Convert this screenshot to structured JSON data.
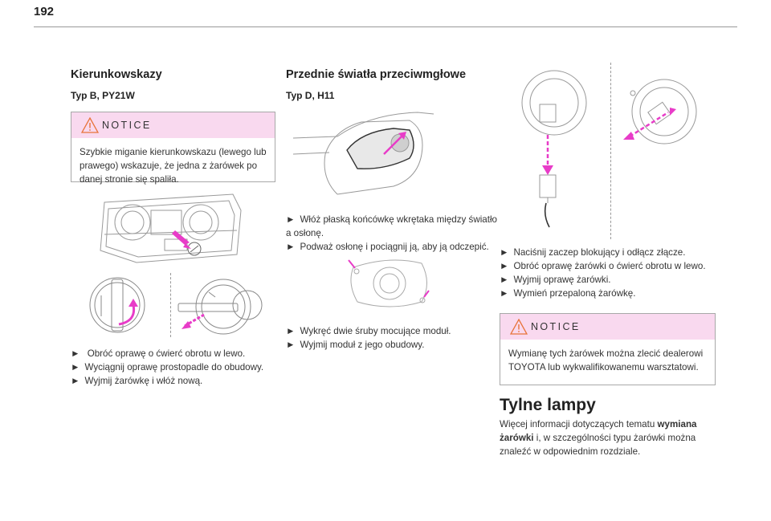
{
  "page": {
    "number": "192"
  },
  "left": {
    "heading": "Kierunkowskazy",
    "subheading": "Typ B, PY21W",
    "notice": {
      "label": "NOTICE",
      "text": "Szybkie miganie kierunkowskazu (lewego lub prawego) wskazuje, że jedna z żarówek po danej stronie się spaliła."
    },
    "steps": [
      " Obróć oprawę o ćwierć obrotu w lewo.",
      "Wyciągnij oprawę prostopadle do obudowy.",
      "Wyjmij żarówkę i włóż nową."
    ]
  },
  "middle": {
    "heading": "Przednie światła przeciwmgłowe",
    "subheading": "Typ D, H11",
    "steps1": [
      "Włóż płaską końcówkę wkrętaka między światło a osłonę.",
      "Podważ osłonę i pociągnij ją, aby ją odczepić."
    ],
    "steps2": [
      "Wykręć dwie śruby mocujące moduł.",
      "Wyjmij moduł z jego obudowy."
    ]
  },
  "right": {
    "steps": [
      "Naciśnij zaczep blokujący i odłącz złącze.",
      "Obróć oprawę żarówki o ćwierć obrotu w lewo.",
      "Wyjmij oprawę żarówki.",
      "Wymień przepaloną żarówkę."
    ],
    "notice": {
      "label": "NOTICE",
      "text": "Wymianę tych żarówek można zlecić dealerowi TOYOTA lub wykwalifikowanemu warsztatowi."
    },
    "section_title": "Tylne lampy",
    "para": {
      "before": "Więcej informacji dotyczących tematu ",
      "bold": "wymiana żarówki",
      "after": " i, w szczególności typu żarówki można znaleźć w odpowiednim rozdziale."
    }
  },
  "icons": {
    "step_arrow": "►",
    "warning": "warning-triangle-icon"
  },
  "colors": {
    "accent_pink": "#e83cc8",
    "notice_bg": "#f9d9ef",
    "warning_orange": "#e8743b"
  }
}
